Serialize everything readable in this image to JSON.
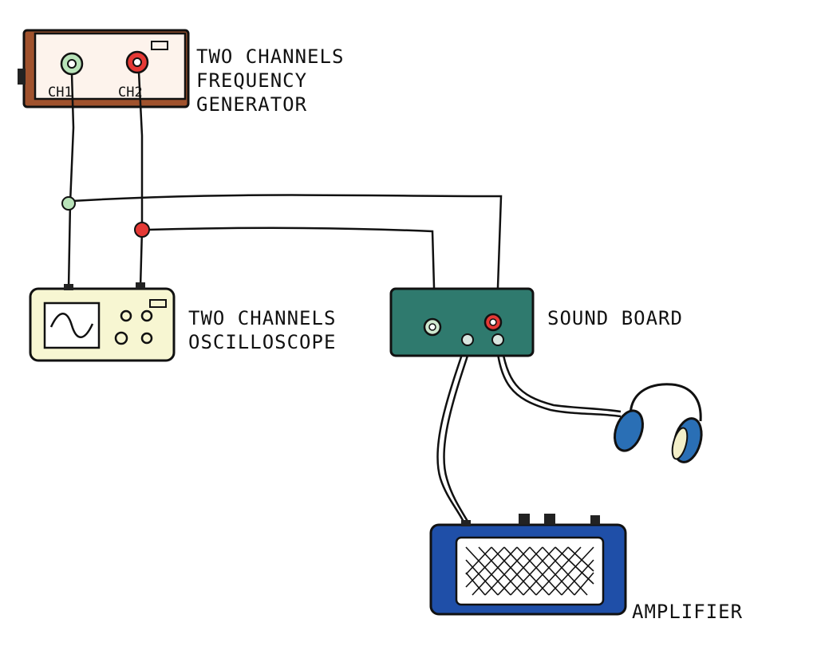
{
  "labels": {
    "frequency_generator": [
      "TWO CHANNELS",
      "FREQUENCY",
      "GENERATOR"
    ],
    "oscilloscope": [
      "TWO CHANNELS",
      "OSCILLOSCOPE"
    ],
    "sound_board": "SOUND BOARD",
    "amplifier": "AMPLIFIER"
  },
  "ports": {
    "ch1": "CH1",
    "ch2": "CH2"
  },
  "colors": {
    "generator_frame": "#a0522d",
    "generator_face": "#fdf3ec",
    "oscilloscope_face": "#f7f6d2",
    "sound_board": "#2f7a6e",
    "amplifier": "#1f4fa8",
    "channel1": "#9fd49f",
    "channel2": "#e53935",
    "headphones": "#2a6fb5",
    "wire": "#111111"
  }
}
